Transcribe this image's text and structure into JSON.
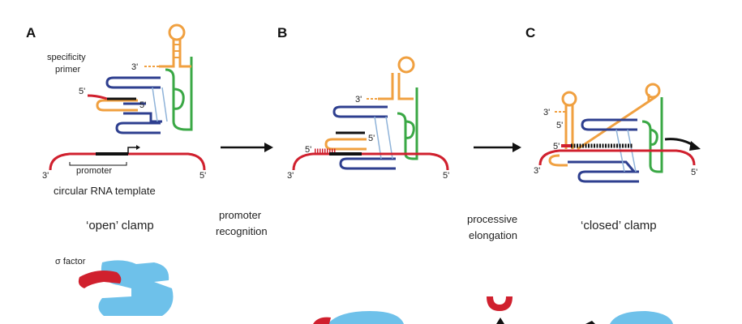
{
  "panels": {
    "a": "A",
    "b": "B",
    "c": "C"
  },
  "labels": {
    "specificity_primer_line1": "specificity",
    "specificity_primer_line2": "primer",
    "promoter": "promoter",
    "circular_rna_template": "circular RNA template",
    "open_clamp": "‘open’ clamp",
    "closed_clamp": "‘closed’ clamp",
    "promoter_recognition_line1": "promoter",
    "promoter_recognition_line2": "recognition",
    "processive_elongation_line1": "processive",
    "processive_elongation_line2": "elongation",
    "sigma_factor": "σ factor"
  },
  "ends": {
    "three_prime": "3'",
    "five_prime": "5'"
  },
  "colors": {
    "template_red": "#d0202e",
    "ribozyme_blue": "#2e3f8f",
    "ribozyme_orange": "#f0a040",
    "ribozyme_green": "#3aa845",
    "light_blue": "#8fb3d9",
    "polymerase_blue": "#6ec1ea",
    "black": "#111111"
  }
}
